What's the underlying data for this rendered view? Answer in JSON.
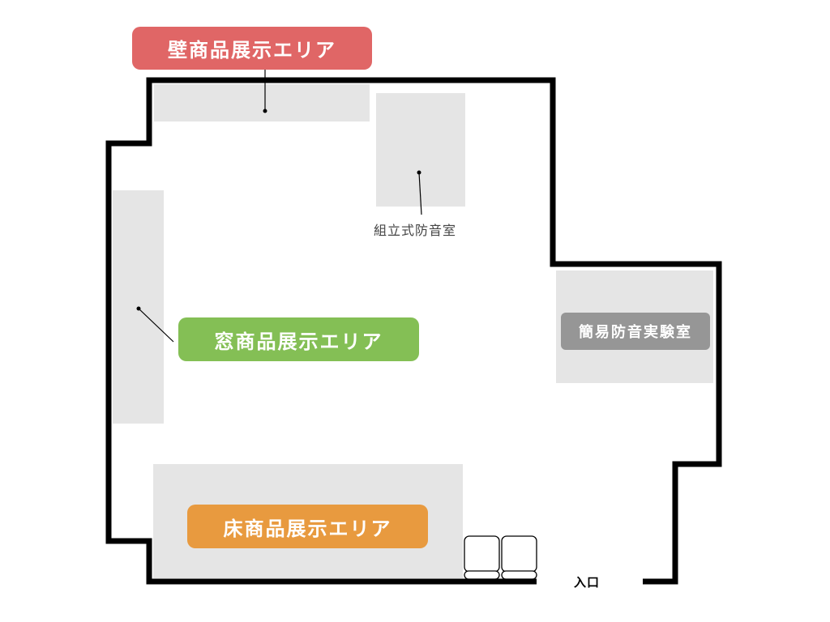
{
  "floorplan": {
    "wall_color": "#000000",
    "zone_color": "#e5e5e5",
    "labels": {
      "wall_area": {
        "text": "壁商品展示エリア",
        "color": "#e06666"
      },
      "window_area": {
        "text": "窓商品展示エリア",
        "color": "#84bf55"
      },
      "floor_area": {
        "text": "床商品展示エリア",
        "color": "#e89a3f"
      },
      "simple_soundproof_room": {
        "text": "簡易防音実験室",
        "color": "#969696"
      },
      "assembly_soundproof_room": {
        "text": "組立式防音室"
      },
      "entrance": {
        "text": "入口"
      }
    },
    "icons": [
      "chair-icon",
      "chair-icon"
    ]
  }
}
